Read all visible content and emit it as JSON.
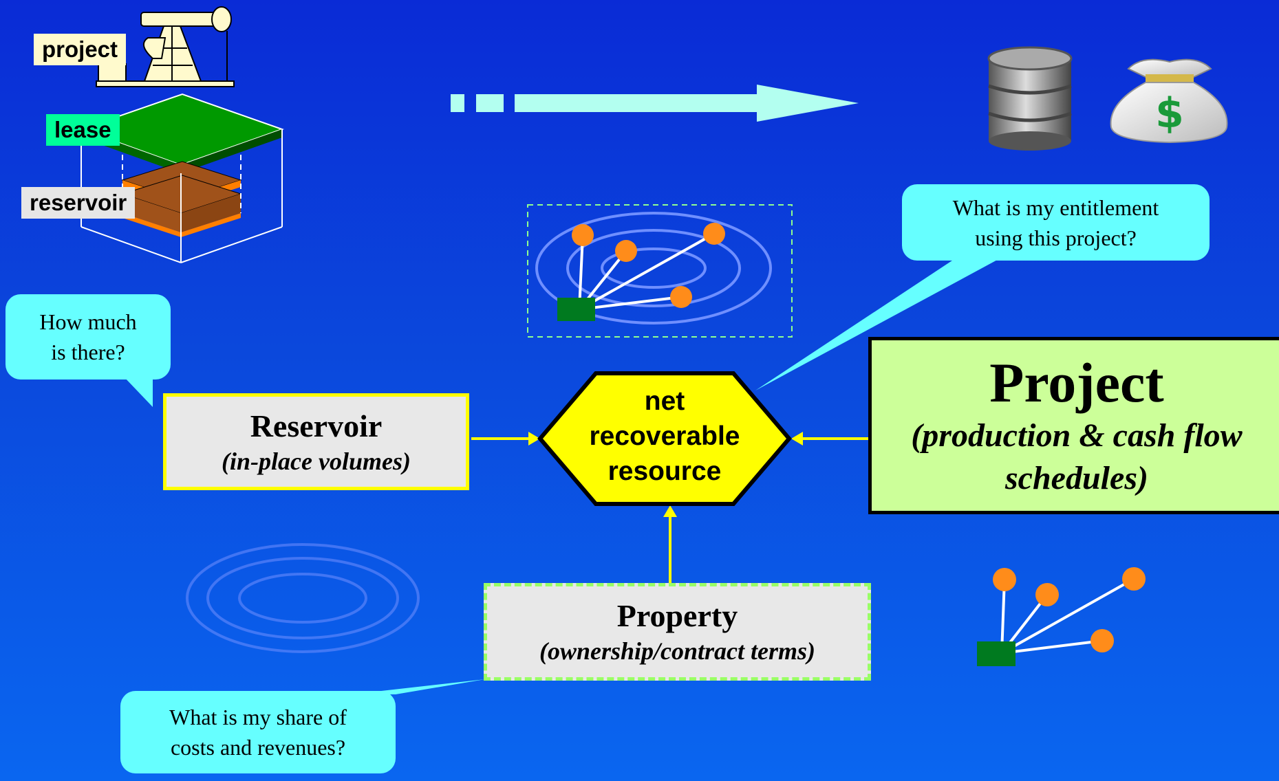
{
  "tags": {
    "project": "project",
    "lease": "lease",
    "reservoir": "reservoir"
  },
  "bubbles": {
    "how_much": [
      "How much",
      "is there?"
    ],
    "entitlement": [
      "What is my entitlement",
      "using this project?"
    ],
    "share": [
      "What is my share of",
      "costs and revenues?"
    ]
  },
  "boxes": {
    "reservoir": {
      "title": "Reservoir",
      "subtitle": "(in-place volumes)"
    },
    "project": {
      "title": "Project",
      "subtitle_line1": "(production & cash flow",
      "subtitle_line2": "schedules)"
    },
    "property": {
      "title": "Property",
      "subtitle": "(ownership/contract terms)"
    }
  },
  "center": {
    "lines": [
      "net",
      "recoverable",
      "resource"
    ]
  },
  "icons": {
    "money_bag_symbol": "$",
    "well": "oil-pump-icon",
    "barrel": "oil-barrel-icon",
    "money": "money-bag-icon"
  },
  "colors": {
    "background": "#0b48dc",
    "reservoir_box": "#e8e8e8",
    "project_box": "#ccff99",
    "center_hex": "#ffff00",
    "bubble": "#66ffff",
    "connector": "#ffff00",
    "well_dot": "#ff8c1a",
    "wellhead": "#007a1f"
  }
}
